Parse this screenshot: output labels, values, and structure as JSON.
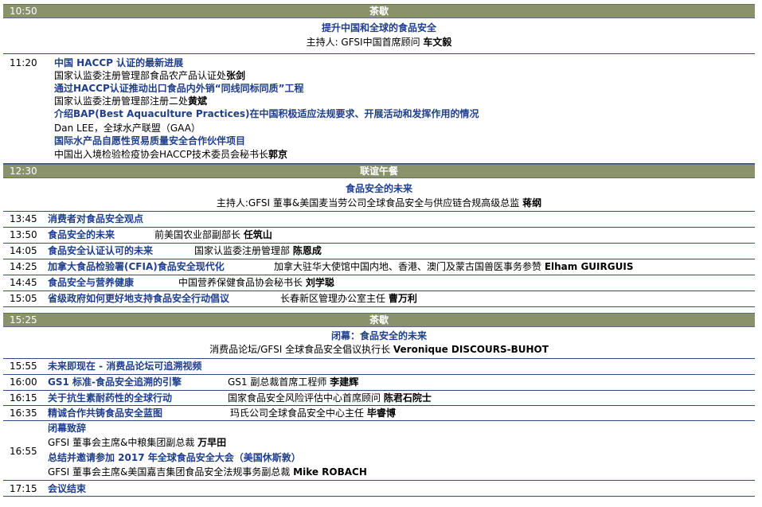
{
  "rows": [
    {
      "time": "10:50",
      "label": "茶歇"
    },
    {
      "time": "12:30",
      "label": "联谊午餐"
    },
    {
      "time": "15:25",
      "label": "茶歇"
    }
  ],
  "s1": {
    "title": "提升中国和全球的食品安全",
    "host": "主持人: GFSI中国首席顾问 ",
    "host_name": "车文毅"
  },
  "s2": {
    "time": "11:20",
    "lines": [
      "中国 HACCP 认证的最新进展",
      "国家认监委注册管理部食品农产品认证处",
      "张剑",
      "通过HACCP认证推动出口食品内外销“同线同标同质”工程",
      "国家认监委注册管理部注册二处",
      "黄斌",
      "介绍BAP(Best Aquaculture Practices)在中国积极适应法规要求、开展活动和发挥作用的情况",
      "Dan LEE，全球水产联盟（GAA）",
      "国际水产品自愿性贸易质量安全合作伙伴项目",
      "中国出入境检验检疫协会HACCP技术委员会秘书长",
      "郭京"
    ]
  },
  "s3": {
    "title": "食品安全的未来",
    "host": "主持人:GFSI 董事&美国麦当劳公司全球食品安全与供应链合规高级总监 ",
    "host_name": "蒋纲"
  },
  "items1": [
    {
      "time": "13:45",
      "topic": "消费者对食品安全观点",
      "org": "",
      "name": ""
    },
    {
      "time": "13:50",
      "topic": "食品安全的未来",
      "org": "前美国农业部副部长 ",
      "name": "任筑山"
    },
    {
      "time": "14:05",
      "topic": "食品安全认证认可的未来",
      "org": "国家认监委注册管理部 ",
      "name": "陈恩成"
    },
    {
      "time": "14:25",
      "topic": "加拿大食品检验署(CFIA)食品安全现代化",
      "org": "加拿大驻华大使馆中国内地、香港、澳门及蒙古国兽医事务参赞 ",
      "name": "Elham GUIRGUIS"
    },
    {
      "time": "14:45",
      "topic": "食品安全与营养健康",
      "org": "中国营养保健食品协会秘书长 ",
      "name": "刘学聪"
    },
    {
      "time": "15:05",
      "topic": "省级政府如何更好地支持食品安全行动倡议",
      "org": "长春新区管理办公室主任 ",
      "name": "曹万利"
    }
  ],
  "s4": {
    "title": "闭幕：食品安全的未来",
    "host": "消费品论坛/GFSI 全球食品安全倡议执行长 ",
    "host_name": "Veronique DISCOURS-BUHOT"
  },
  "items2": [
    {
      "time": "15:55",
      "topic": "未来即现在 - 消费品论坛可追溯视频",
      "org": "",
      "name": ""
    },
    {
      "time": "16:00",
      "topic": "GS1 标准-食品安全追溯的引擎",
      "org": "GS1 副总裁首席工程师 ",
      "name": "李建辉"
    },
    {
      "time": "16:15",
      "topic": "关于抗生素耐药性的全球行动",
      "org": "国家食品安全风险评估中心首席顾问 ",
      "name": "陈君石院士"
    },
    {
      "time": "16:35",
      "topic": "精诚合作共铸食品安全蓝图",
      "org": "玛氏公司全球食品安全中心主任 ",
      "name": "毕睿博"
    }
  ],
  "closing": {
    "time": "16:55",
    "l1": "闭幕致辞",
    "l2": "GFSI 董事会主席&中粮集团副总裁 ",
    "l2_name": "万早田",
    "l3": "总结并邀请参加 2017 年全球食品安全大会（美国休斯敦）",
    "l4": "GFSI 董事会主席&美国嘉吉集团食品安全法规事务副总裁 ",
    "l4_name": "Mike ROBACH"
  },
  "end": {
    "time": "17:15",
    "label": "会议结束"
  },
  "colors": {
    "band": "#8a926c",
    "blue_text": "#1f3f8a",
    "rule": "#2f4d83"
  }
}
